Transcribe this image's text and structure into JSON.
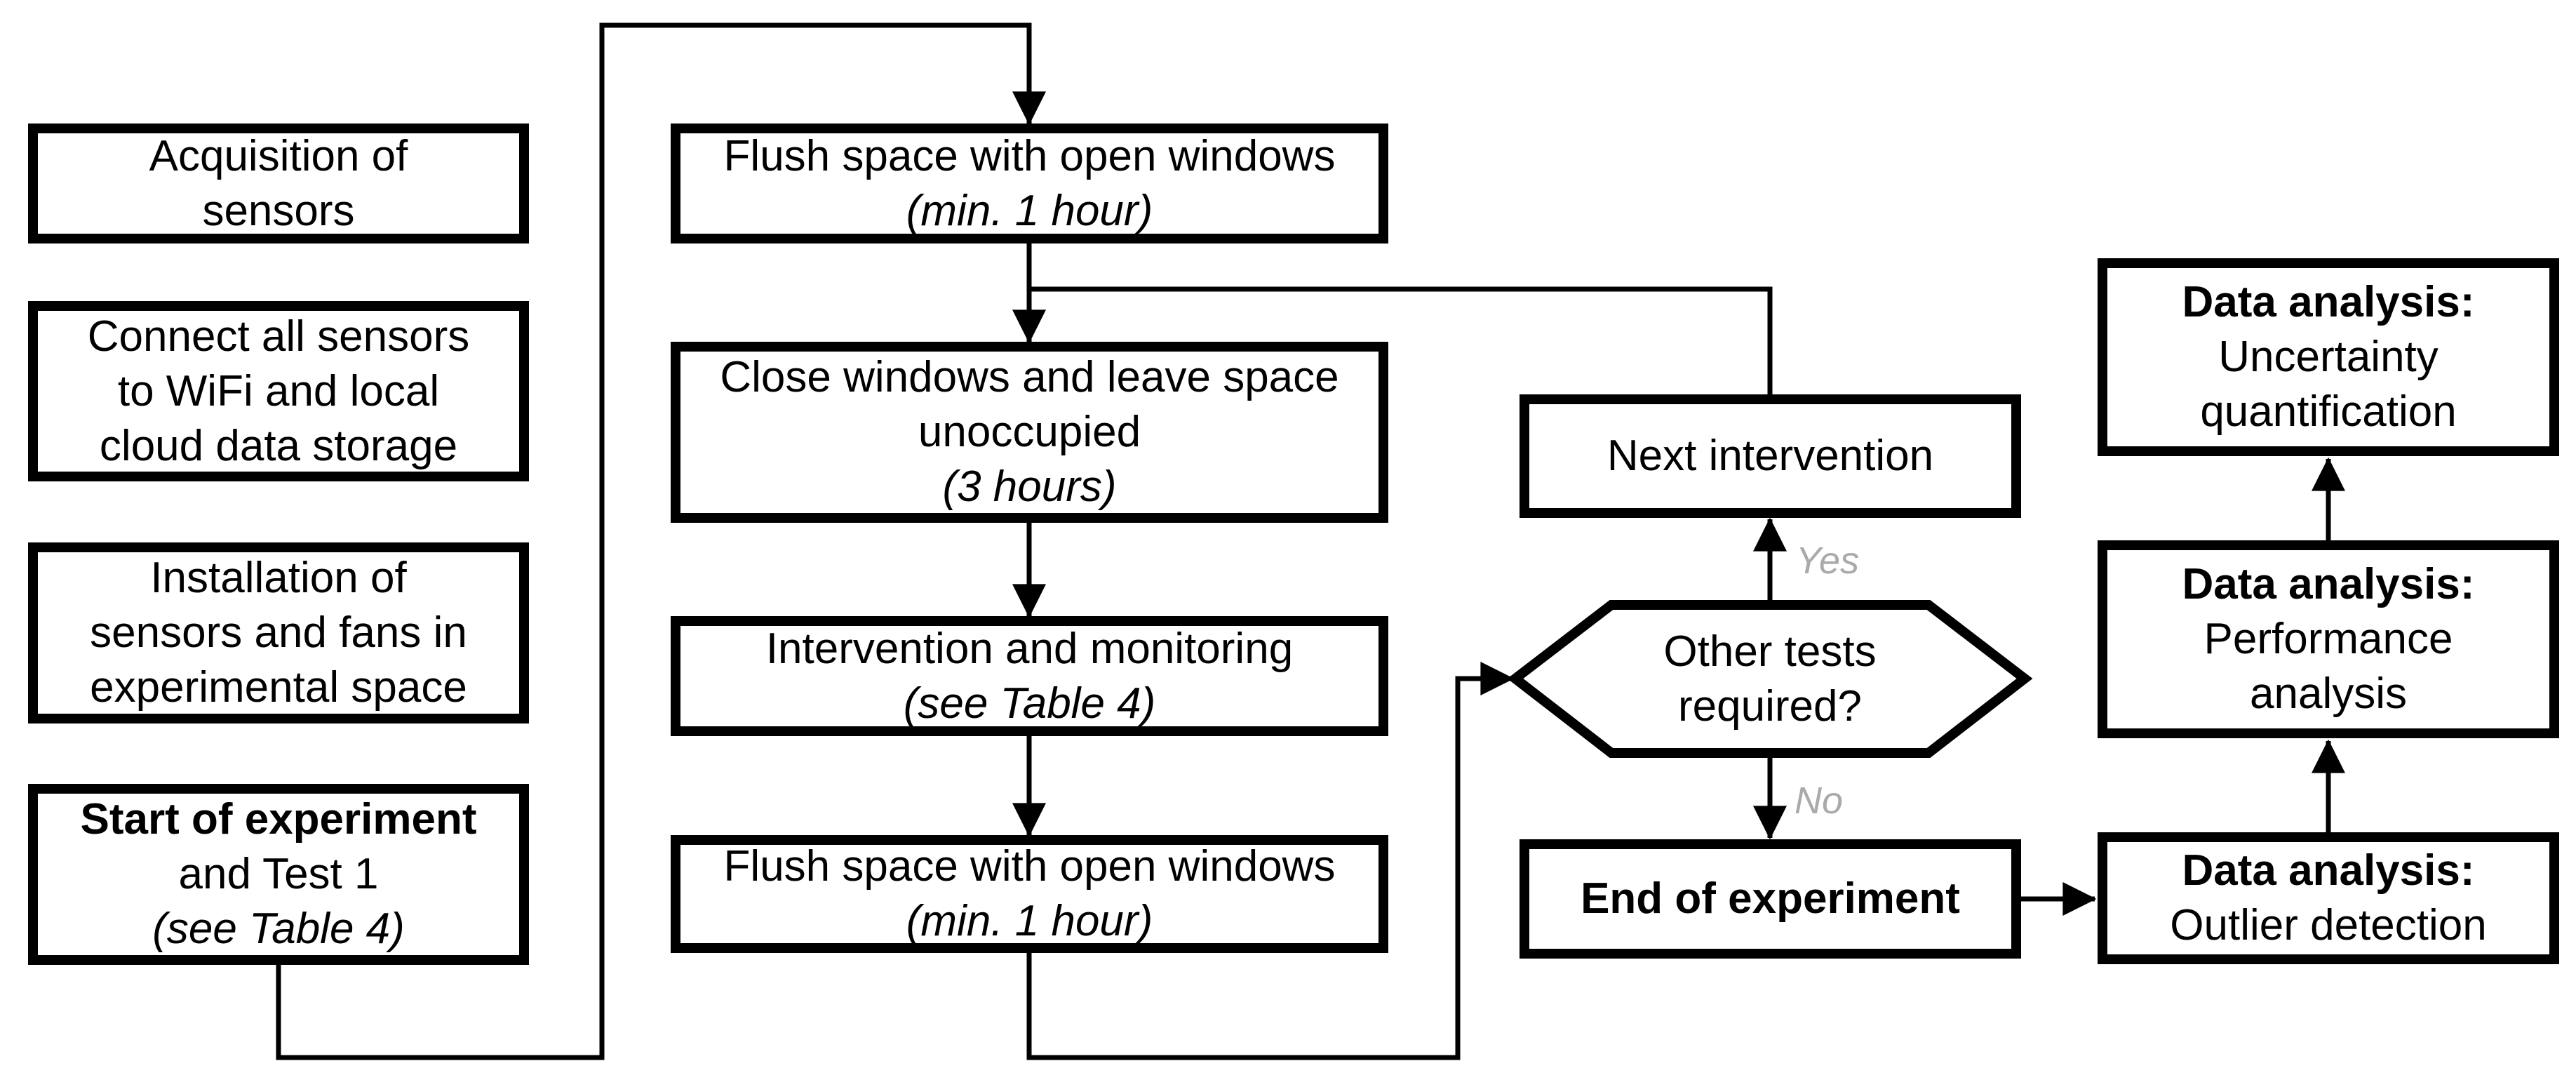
{
  "diagram": {
    "background": "#ffffff",
    "stroke_color": "#000000",
    "gray_label_color": "#aaaaaa",
    "nodes": {
      "acquisition": {
        "lines": [
          "Acquisition of",
          "sensors"
        ]
      },
      "connect": {
        "lines": [
          "Connect all sensors",
          "to WiFi and local",
          "cloud data storage"
        ]
      },
      "installation": {
        "lines": [
          "Installation of",
          "sensors and fans in",
          "experimental space"
        ]
      },
      "start": {
        "lines": [
          "Start of experiment",
          "and Test 1",
          "(see Table 4)"
        ]
      },
      "flush1": {
        "lines": [
          "Flush space with open windows",
          "(min. 1 hour)"
        ]
      },
      "close": {
        "lines": [
          "Close windows and leave space",
          "unoccupied",
          "(3 hours)"
        ]
      },
      "intervention": {
        "lines": [
          "Intervention and monitoring",
          "(see Table 4)"
        ]
      },
      "flush2": {
        "lines": [
          "Flush space with open windows",
          "(min. 1 hour)"
        ]
      },
      "next": {
        "lines": [
          "Next intervention"
        ]
      },
      "decision": {
        "lines": [
          "Other tests",
          "required?"
        ]
      },
      "end": {
        "lines": [
          "End of experiment"
        ]
      },
      "da_outlier": {
        "lines": [
          "Data analysis:",
          "Outlier detection"
        ]
      },
      "da_performance": {
        "lines": [
          "Data analysis:",
          "Performance",
          "analysis"
        ]
      },
      "da_uncertainty": {
        "lines": [
          "Data analysis:",
          "Uncertainty",
          "quantification"
        ]
      }
    },
    "edge_labels": {
      "yes": "Yes",
      "no": "No"
    }
  }
}
